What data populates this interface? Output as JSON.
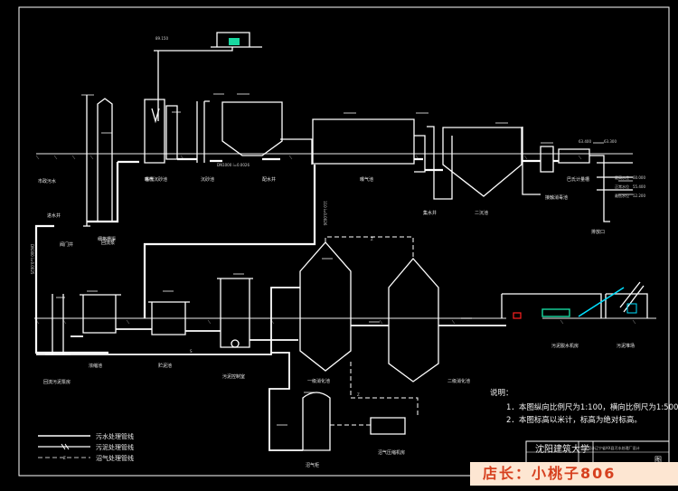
{
  "labels": {
    "top_elev": "89.150",
    "grid_chamber": "格栅",
    "grid_basin": "细格栅渠",
    "sand_basin": "沉砂池",
    "primary_tank": "曝气沉砂池",
    "pump": "提升泵",
    "pipe_spec": "DN1000 i=0.0026",
    "distribution": "配水井",
    "aeration": "曝气池",
    "slope_left": "110 i=0.0026",
    "sec_clarifier": "二沉池",
    "collect": "集水井",
    "disinfect_ch": "接触消毒池",
    "uv": "巴氏计量槽",
    "outlet": "排放口",
    "lvl1": "最高水位",
    "lvl2": "正常水位",
    "lvl3": "最低水位",
    "elev_right": "63.400",
    "elev_r2": "63.300",
    "elev_r3": "60.000",
    "elev_r4": "55.400",
    "elev_r5": "52.200",
    "city_sewer": "市政污水",
    "inlet_well": "进水井",
    "lift_well": "阀门井",
    "reflux_pump": "回流泵",
    "left_pipe_spec": "DN300 i=0.0025",
    "sludge_return": "回流污泥泵房",
    "sludge_thick": "浓缩池",
    "sludge_tank": "贮泥池",
    "sludge_pump_room": "污泥控制室",
    "digester1": "一级消化池",
    "digester2": "二级消化池",
    "gas_holder": "沼气柜",
    "gas_comp": "沼气压缩机房",
    "dewater": "污泥脱水机房",
    "sludge_yard": "污泥堆场"
  },
  "legend": [
    {
      "label": "污水处理管线"
    },
    {
      "label": "污泥处理管线"
    },
    {
      "label": "沼气处理管线"
    }
  ],
  "legend_marks": [
    "",
    "",
    "Z"
  ],
  "pipe_marks": {
    "sludge": "S",
    "gas": "Z"
  },
  "notes": {
    "title": "说明：",
    "line1": "1．本图纵向比例尺为1:100，横向比例尺为1:500。",
    "line2": "2．本图标高以米计，标高为绝对标高。"
  },
  "titleblock": {
    "university": "沈阳建筑大学",
    "col2": "毕业设计",
    "col3": "辽宁省XX县污水处理厂设计",
    "drawing": "图"
  },
  "watermark": "店长：小桃子806",
  "colors": {
    "pipe": "#ffffff",
    "ground": "#c8c8c8",
    "green": "#18d8a0",
    "red": "#ff2020",
    "cyan": "#00e0ff"
  }
}
